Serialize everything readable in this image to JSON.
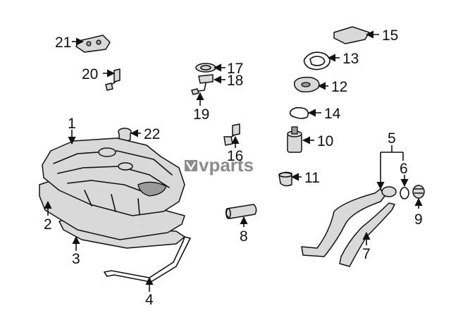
{
  "watermark": {
    "brand": "vparts"
  },
  "parts": [
    {
      "id": "p1",
      "number": "1"
    },
    {
      "id": "p2",
      "number": "2"
    },
    {
      "id": "p3",
      "number": "3"
    },
    {
      "id": "p4",
      "number": "4"
    },
    {
      "id": "p5",
      "number": "5"
    },
    {
      "id": "p6",
      "number": "6"
    },
    {
      "id": "p7",
      "number": "7"
    },
    {
      "id": "p8",
      "number": "8"
    },
    {
      "id": "p9",
      "number": "9"
    },
    {
      "id": "p10",
      "number": "10"
    },
    {
      "id": "p11",
      "number": "11"
    },
    {
      "id": "p12",
      "number": "12"
    },
    {
      "id": "p13",
      "number": "13"
    },
    {
      "id": "p14",
      "number": "14"
    },
    {
      "id": "p15",
      "number": "15"
    },
    {
      "id": "p16",
      "number": "16"
    },
    {
      "id": "p17",
      "number": "17"
    },
    {
      "id": "p18",
      "number": "18"
    },
    {
      "id": "p19",
      "number": "19"
    },
    {
      "id": "p20",
      "number": "20"
    },
    {
      "id": "p21",
      "number": "21"
    },
    {
      "id": "p22",
      "number": "22"
    }
  ]
}
